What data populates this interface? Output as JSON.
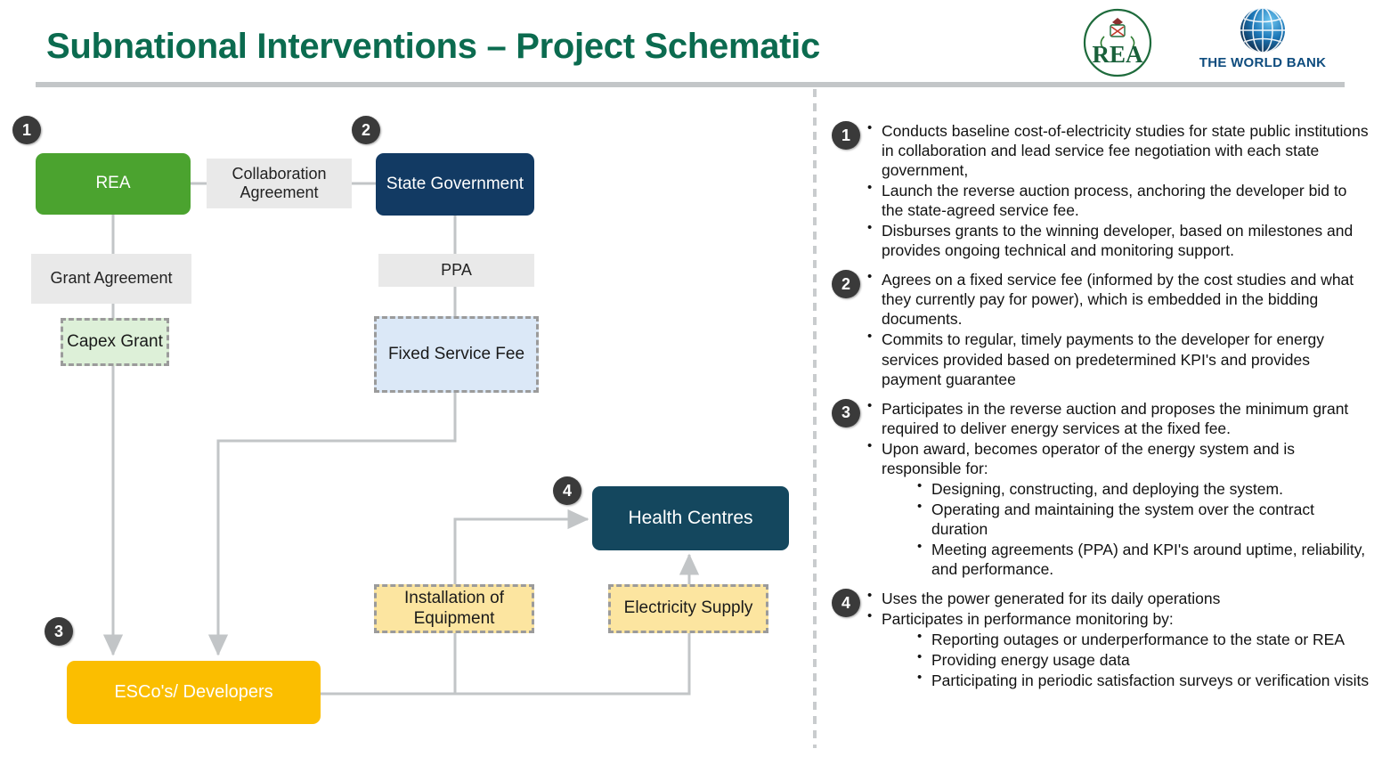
{
  "header": {
    "title": "Subnational Interventions – Project Schematic",
    "world_bank_label": "THE WORLD BANK",
    "rea_label": "REA",
    "logos": [
      "rea-logo",
      "world-bank-logo"
    ]
  },
  "colors": {
    "title_green": "#0B6B4F",
    "rea_green": "#4BA32F",
    "state_navy": "#123A63",
    "health_navy": "#14475E",
    "esco_amber": "#FBBE00",
    "capex_green": "#DDF0D8",
    "fee_blue": "#DBE8F7",
    "equip_yellow": "#FCE5A0",
    "label_gray": "#E9E9E9",
    "badge_gray": "#3A3A3A",
    "wire_gray": "#C9CCCE"
  },
  "diagram": {
    "nodes": {
      "rea": "REA",
      "collaboration_agreement": "Collaboration Agreement",
      "state_government": "State Government",
      "grant_agreement": "Grant Agreement",
      "ppa": "PPA",
      "capex_grant": "Capex Grant",
      "fixed_service_fee": "Fixed  Service Fee",
      "health_centres": "Health Centres",
      "installation_of_equipment": "Installation of Equipment",
      "electricity_supply": "Electricity Supply",
      "escos_developers": "ESCo's/ Developers"
    },
    "badges": {
      "b1": "1",
      "b2": "2",
      "b3": "3",
      "b4": "4"
    }
  },
  "panel": {
    "blocks": [
      {
        "number": "1",
        "bullets": [
          {
            "text": "Conducts baseline cost-of-electricity studies for state public institutions in collaboration and lead service fee negotiation with each state government,",
            "sub": []
          },
          {
            "text": "Launch the reverse auction process, anchoring the developer bid to the state-agreed service fee.",
            "sub": []
          },
          {
            "text": "Disburses grants to the winning developer, based on milestones and  provides ongoing technical and monitoring support.",
            "sub": []
          }
        ]
      },
      {
        "number": "2",
        "bullets": [
          {
            "text": "Agrees on a fixed service fee (informed by the cost studies and what they currently pay for power), which is embedded in the bidding documents.",
            "sub": []
          },
          {
            "text": "Commits to regular, timely payments to the developer for energy services provided based on predetermined KPI's and provides payment guarantee",
            "sub": []
          }
        ]
      },
      {
        "number": "3",
        "bullets": [
          {
            "text": "Participates in the reverse auction and proposes the minimum grant required to deliver energy services at the fixed fee.",
            "sub": []
          },
          {
            "text": "Upon award, becomes  operator of the energy system and is responsible for:",
            "sub": [
              "Designing, constructing, and deploying the system.",
              "Operating and maintaining the system over the contract duration",
              "Meeting agreements (PPA) and KPI's around uptime, reliability, and performance."
            ]
          }
        ]
      },
      {
        "number": "4",
        "bullets": [
          {
            "text": "Uses the power generated for its daily operations",
            "sub": []
          },
          {
            "text": "Participates in performance monitoring by:",
            "sub": [
              "Reporting outages or underperformance to the state or REA",
              "Providing energy usage data",
              "Participating in periodic satisfaction surveys or verification visits"
            ]
          }
        ]
      }
    ]
  }
}
